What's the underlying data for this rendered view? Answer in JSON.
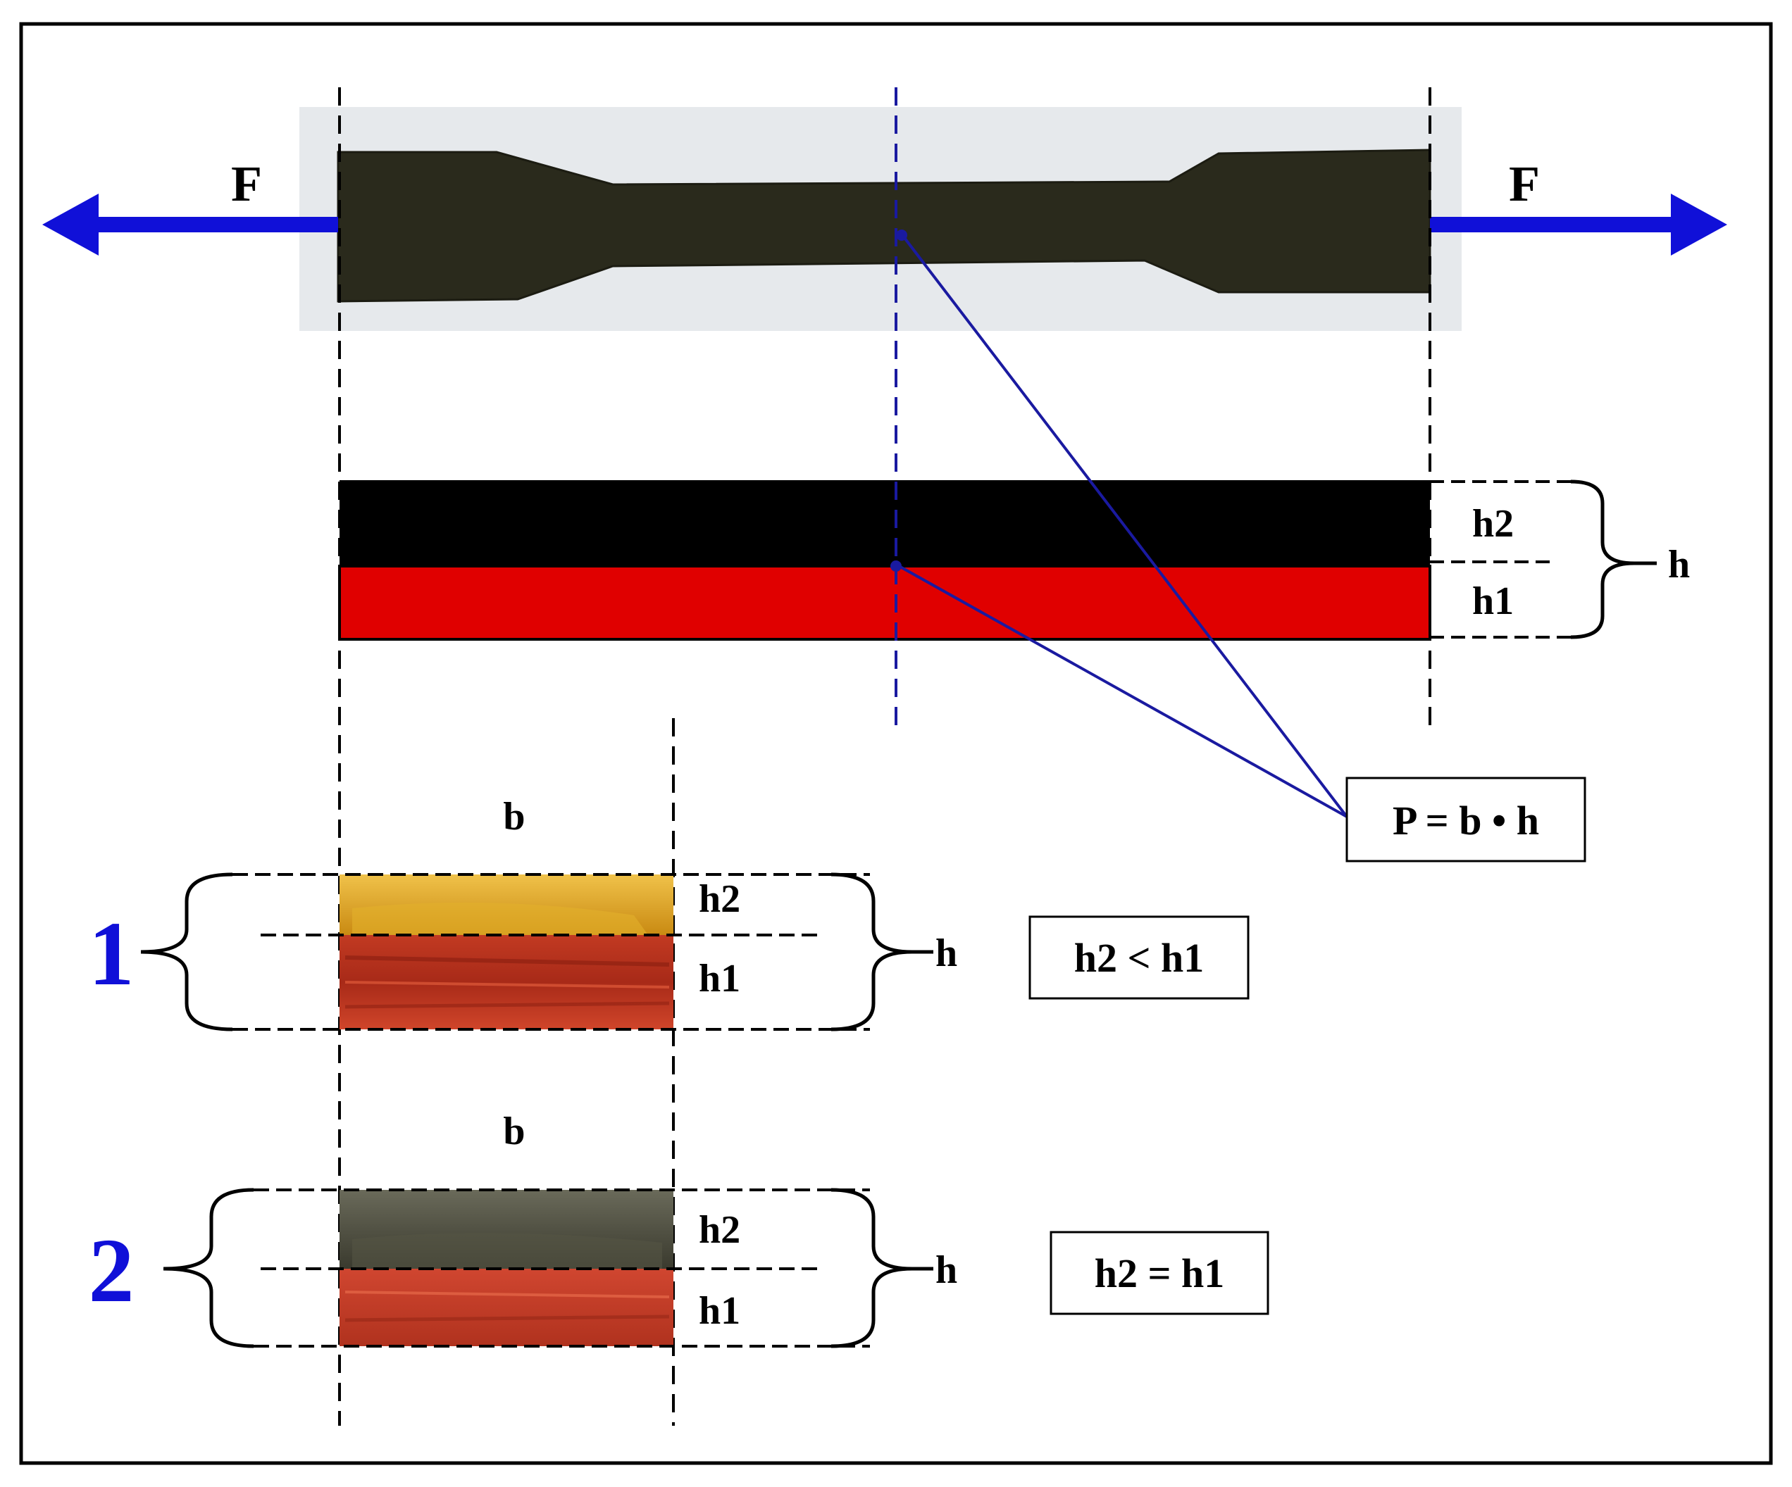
{
  "labels": {
    "force_left": "F",
    "force_right": "F",
    "layer_top": "h2",
    "layer_bottom": "h1",
    "total_thickness": "h",
    "width_1": "b",
    "width_2": "b",
    "formula": "P = b • h",
    "sample1_number": "1",
    "sample1_top": "h2",
    "sample1_bottom": "h1",
    "sample1_total": "h",
    "sample1_condition": "h2 < h1",
    "sample2_number": "2",
    "sample2_top": "h2",
    "sample2_bottom": "h1",
    "sample2_total": "h",
    "sample2_condition": "h2 = h1"
  },
  "colors": {
    "arrow_blue": "#1010d8",
    "annotation_blue": "#1a1aa0",
    "layer_top": "#000000",
    "layer_bottom": "#e00000",
    "specimen": "#2a2a1c",
    "photo_background": "#e6e9ec",
    "sample1_top_layer": "#d9a11e",
    "sample1_bottom_layer": "#b8301c",
    "sample2_top_layer": "#4a4a3c",
    "sample2_bottom_layer": "#c03a26"
  }
}
